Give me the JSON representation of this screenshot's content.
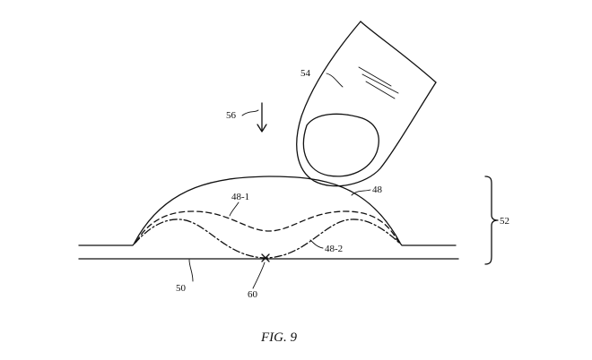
{
  "figure": {
    "caption": "FIG. 9",
    "labels": {
      "finger": "54",
      "direction": "56",
      "dome_outer": "48",
      "dome_state_1": "48-1",
      "dome_state_2": "48-2",
      "housing": "52",
      "substrate": "50",
      "contact": "60"
    }
  }
}
